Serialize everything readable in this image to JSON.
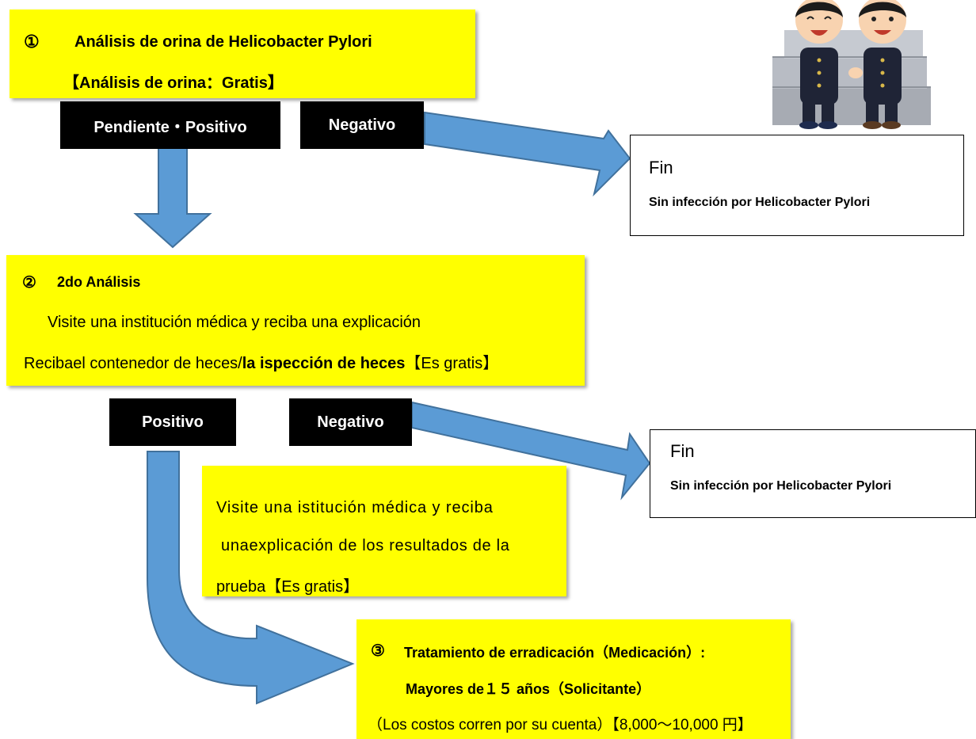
{
  "colors": {
    "highlight": "#ffff00",
    "arrow": "#5b9bd5",
    "arrow_edge": "#41719c",
    "label_bg": "#000000"
  },
  "step1": {
    "number": "①",
    "title": "Análisis de orina de Helicobacter Pylori",
    "subtitle": "【Análisis de orina：Gratis】"
  },
  "step1_results": {
    "pending_positive": "Pendiente・Positivo",
    "negative": "Negativo"
  },
  "end1": {
    "title": "Fin",
    "text": "Sin infección por Helicobacter Pylori"
  },
  "step2": {
    "number": "②",
    "title": "2do Análisis",
    "line1": "Visite una institución médica y reciba una explicación",
    "line2_prefix": "Recibael contenedor de heces/",
    "line2_bold": "la ispección de heces",
    "line2_suffix": "【Es gratis】"
  },
  "step2_results": {
    "positive": "Positivo",
    "negative": "Negativo"
  },
  "end2": {
    "title": "Fin",
    "text": "Sin infección por Helicobacter Pylori"
  },
  "note": {
    "line1": "Visite una istitución médica y reciba",
    "line2": "unaexplicación de los resultados de la",
    "line3": "prueba【Es gratis】"
  },
  "step3": {
    "number": "③",
    "title": "Tratamiento de erradicación（Medicación）:",
    "line2": "Mayores de１５ años（Solicitante）",
    "line3": "（Los costos corren por su cuenta）【8,000～10,000 円】"
  },
  "illustration": {
    "icon": "two-students-sitting-illustration"
  }
}
